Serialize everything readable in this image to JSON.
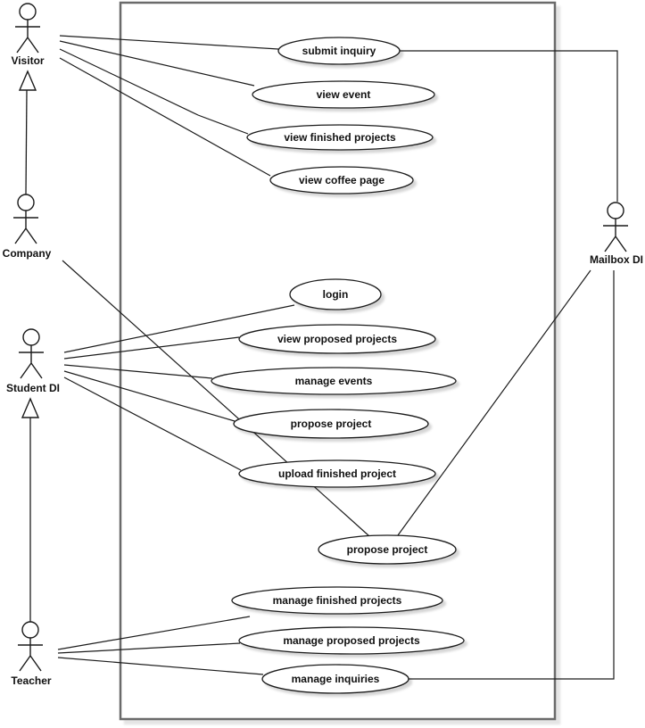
{
  "diagram": {
    "type": "uml-use-case-diagram",
    "background_color": "#ffffff",
    "node_fill": "#ffffff",
    "node_stroke": "#1a1a1a",
    "boundary_stroke": "#6b6b6b",
    "shadow_color": "rgba(0,0,0,0.18)"
  },
  "actors": [
    {
      "id": "visitor",
      "label": "Visitor"
    },
    {
      "id": "company",
      "label": "Company"
    },
    {
      "id": "student-di",
      "label": "Student DI"
    },
    {
      "id": "teacher",
      "label": "Teacher"
    },
    {
      "id": "mailbox-di",
      "label": "Mailbox DI"
    }
  ],
  "use_cases": [
    {
      "id": "submit-inquiry",
      "label": "submit inquiry"
    },
    {
      "id": "view-event",
      "label": "view event"
    },
    {
      "id": "view-finished-projects",
      "label": "view finished projects"
    },
    {
      "id": "view-coffee-page",
      "label": "view coffee page"
    },
    {
      "id": "login",
      "label": "login"
    },
    {
      "id": "view-proposed-projects",
      "label": "view proposed projects"
    },
    {
      "id": "manage-events",
      "label": "manage events"
    },
    {
      "id": "propose-project-upper",
      "label": "propose project"
    },
    {
      "id": "upload-finished-project",
      "label": "upload finished project"
    },
    {
      "id": "propose-project-lower",
      "label": "propose project"
    },
    {
      "id": "manage-finished-projects",
      "label": "manage finished projects"
    },
    {
      "id": "manage-proposed-projects",
      "label": "manage proposed projects"
    },
    {
      "id": "manage-inquiries",
      "label": "manage inquiries"
    }
  ],
  "relationships": {
    "associations": [
      {
        "from": "Visitor",
        "to": "submit inquiry"
      },
      {
        "from": "Visitor",
        "to": "view event"
      },
      {
        "from": "Visitor",
        "to": "view finished projects"
      },
      {
        "from": "Visitor",
        "to": "view coffee page"
      },
      {
        "from": "Company",
        "to": "propose project (lower)"
      },
      {
        "from": "Student DI",
        "to": "login"
      },
      {
        "from": "Student DI",
        "to": "view proposed projects"
      },
      {
        "from": "Student DI",
        "to": "manage events"
      },
      {
        "from": "Student DI",
        "to": "propose project (upper)"
      },
      {
        "from": "Student DI",
        "to": "upload finished project"
      },
      {
        "from": "Teacher",
        "to": "manage finished projects"
      },
      {
        "from": "Teacher",
        "to": "manage proposed projects"
      },
      {
        "from": "Teacher",
        "to": "manage inquiries"
      },
      {
        "from": "Mailbox DI",
        "to": "submit inquiry"
      },
      {
        "from": "Mailbox DI",
        "to": "propose project (lower)"
      },
      {
        "from": "Mailbox DI",
        "to": "manage inquiries"
      }
    ],
    "generalizations": [
      {
        "child": "Company",
        "parent": "Visitor"
      },
      {
        "child": "Teacher",
        "parent": "Student DI"
      }
    ]
  }
}
